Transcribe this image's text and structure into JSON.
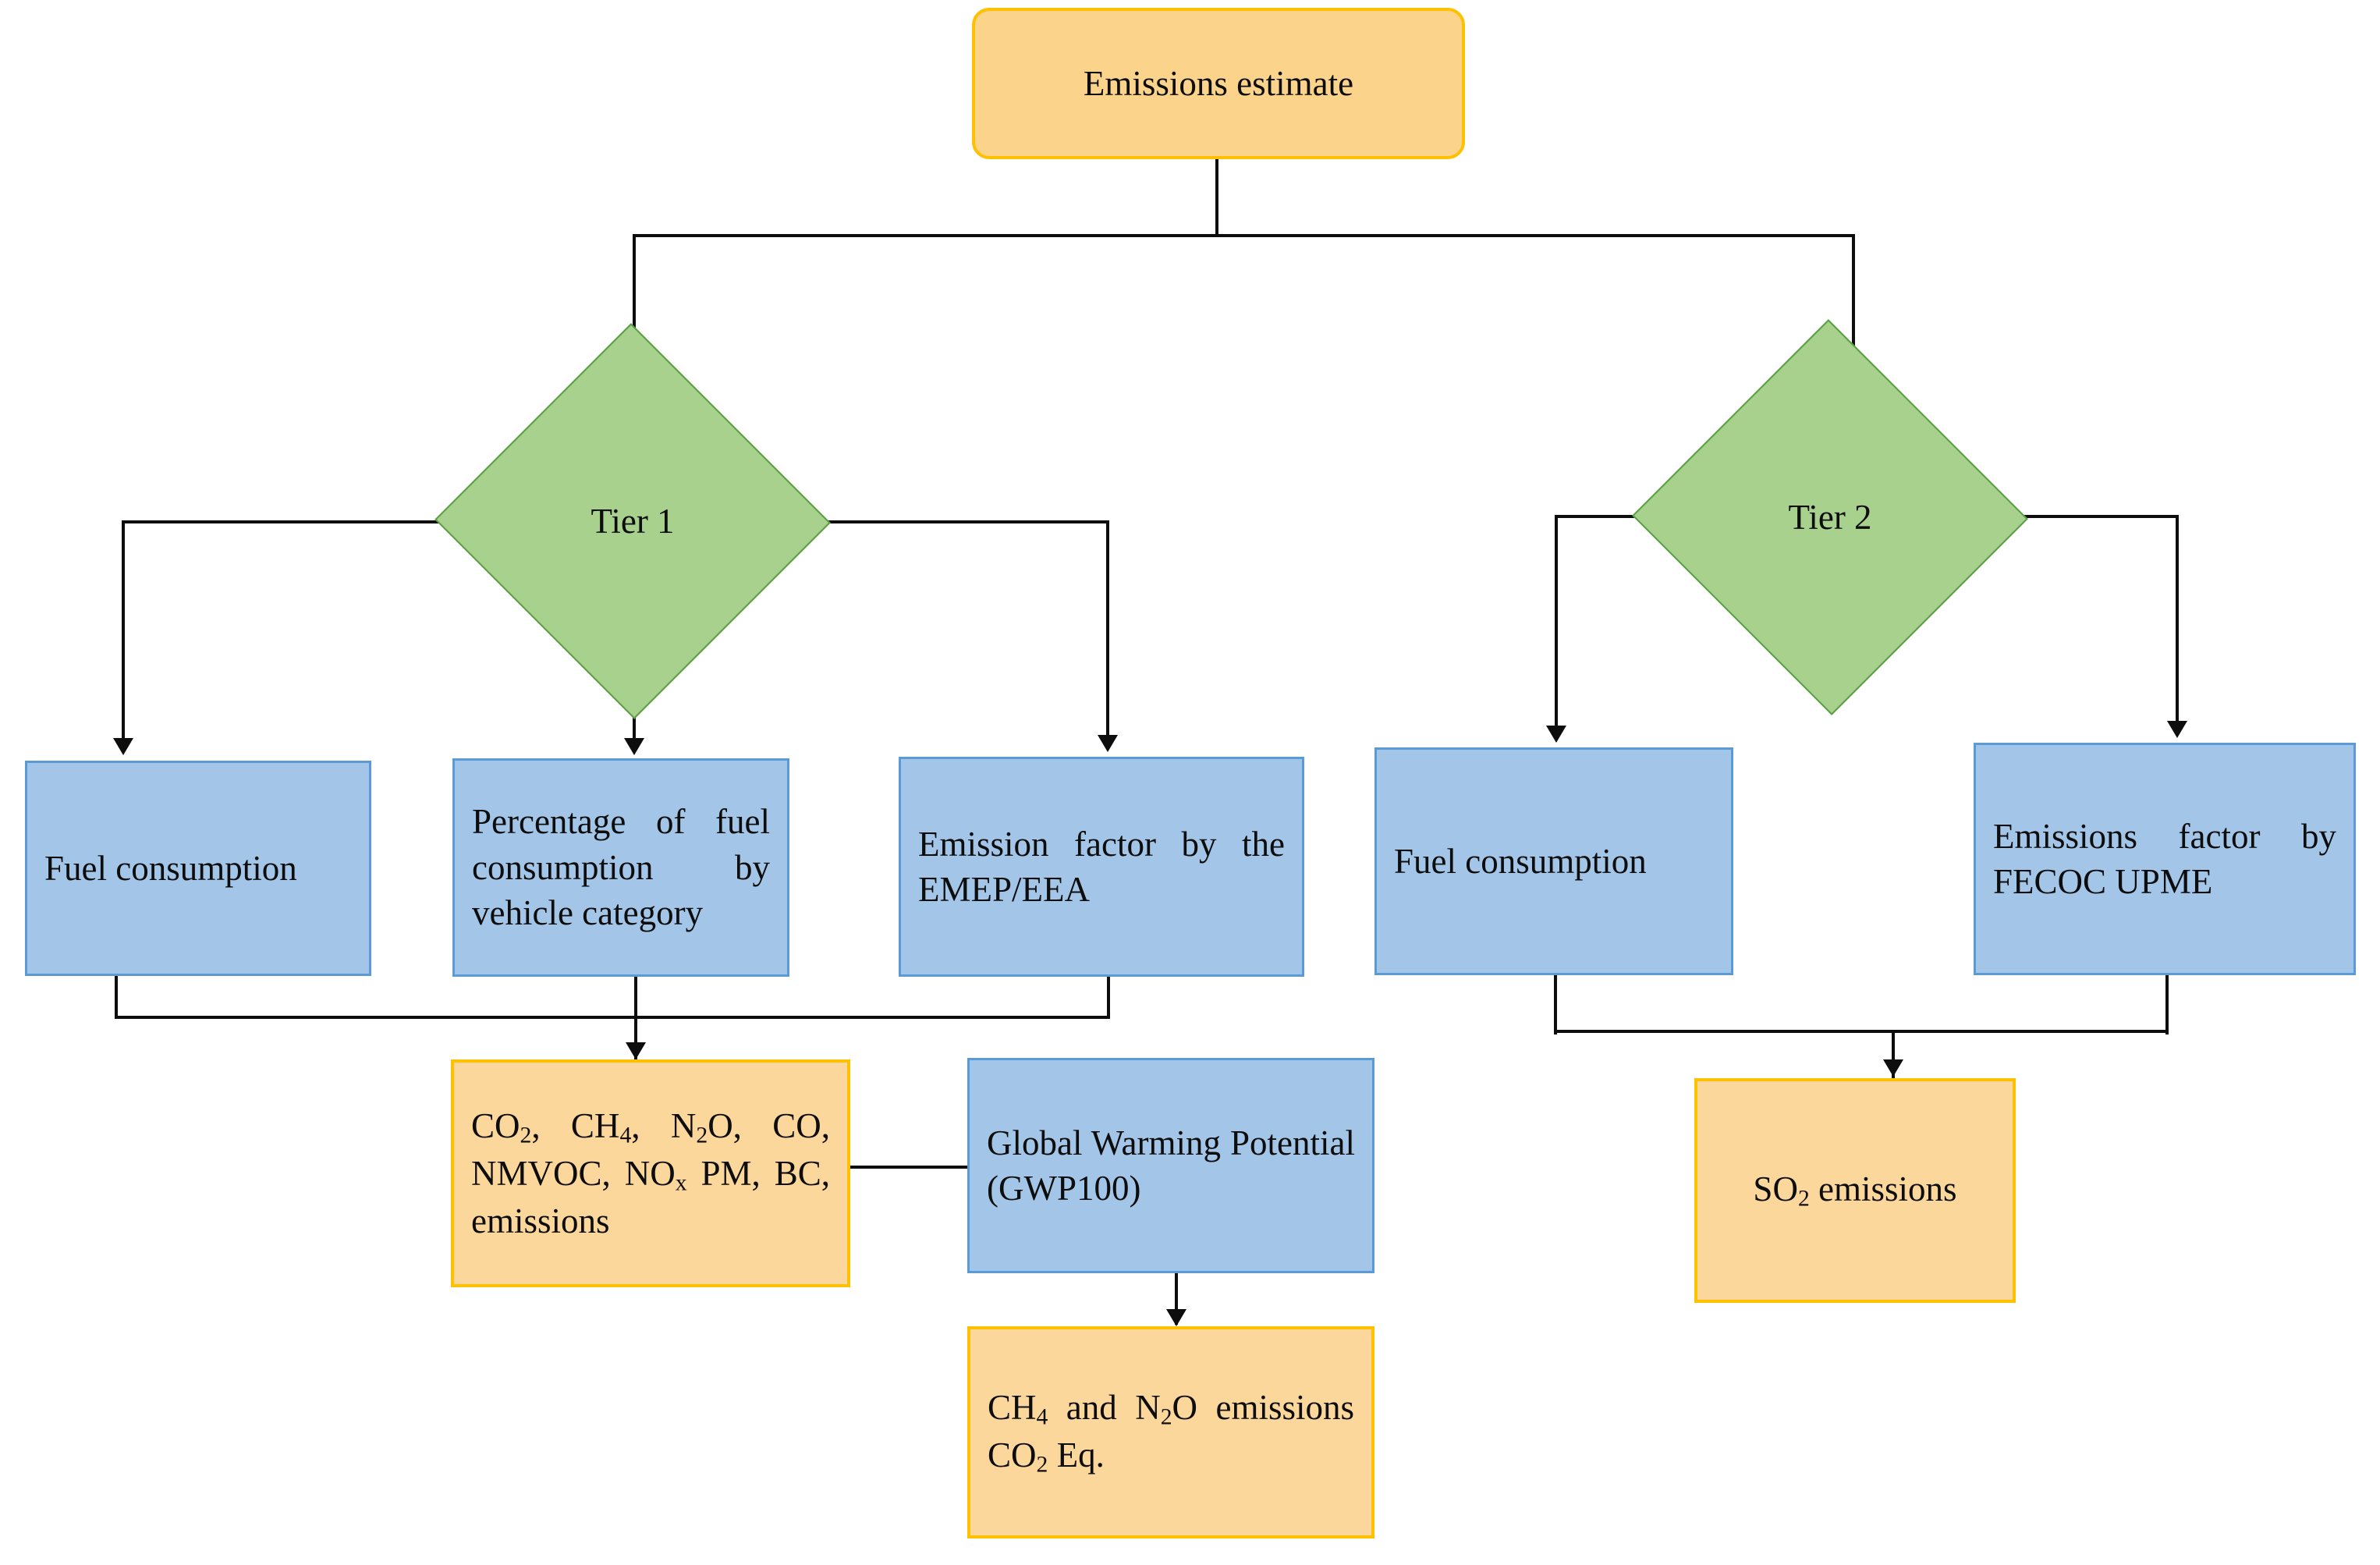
{
  "diagram": {
    "title": "Emissions estimate methodology flowchart",
    "type": "flowchart",
    "colors": {
      "terminator_fill": "#fbd38a",
      "terminator_border": "#ffc000",
      "process_blue_fill": "#a3c6e8",
      "process_blue_border": "#5b9bd5",
      "output_orange_fill": "#fcd79c",
      "output_orange_border": "#ffc000",
      "decision_fill": "#a9d18e",
      "decision_border": "#5a9e44",
      "connector": "#0d0d0d",
      "background": "#ffffff"
    }
  },
  "nodes": {
    "root": {
      "label": "Emissions estimate",
      "shape": "terminator"
    },
    "tier1": {
      "label": "Tier 1",
      "shape": "decision"
    },
    "tier2": {
      "label": "Tier 2",
      "shape": "decision"
    },
    "t1_fuel": {
      "label": "Fuel consumption",
      "shape": "process"
    },
    "t1_percentage": {
      "label": "Percentage of fuel consumption by vehicle category",
      "shape": "process"
    },
    "t1_emission_factor": {
      "label": "Emission factor by the EMEP/EEA",
      "shape": "process"
    },
    "t2_fuel": {
      "label": "Fuel consumption",
      "shape": "process"
    },
    "t2_emission_factor": {
      "label": "Emissions factor by FECOC UPME",
      "shape": "process"
    },
    "pollutants": {
      "label": "CO2, CH4, N2O, CO, NMVOC, NOx PM, BC, emissions",
      "shape": "output",
      "parts": [
        {
          "text": "CO"
        },
        {
          "sub": "2"
        },
        {
          "text": ", CH"
        },
        {
          "sub": "4"
        },
        {
          "text": ", N"
        },
        {
          "sub": "2"
        },
        {
          "text": "O, CO, NMVOC, NO"
        },
        {
          "sub": "x"
        },
        {
          "text": " PM, BC, emissions"
        }
      ]
    },
    "gwp": {
      "label": "Global Warming Potential (GWP100)",
      "shape": "process"
    },
    "co2eq": {
      "label": "CH4 and N2O emissions CO2 Eq.",
      "shape": "output",
      "parts": [
        {
          "text": "CH"
        },
        {
          "sub": "4"
        },
        {
          "text": " and N"
        },
        {
          "sub": "2"
        },
        {
          "text": "O emissions CO"
        },
        {
          "sub": "2"
        },
        {
          "text": " Eq."
        }
      ]
    },
    "so2": {
      "label": "SO2 emissions",
      "shape": "output",
      "parts": [
        {
          "text": "SO"
        },
        {
          "sub": "2"
        },
        {
          "text": " emissions"
        }
      ]
    }
  },
  "edges": [
    {
      "from": "root",
      "to": "tier1",
      "arrow": true
    },
    {
      "from": "root",
      "to": "tier2",
      "arrow": true
    },
    {
      "from": "tier1",
      "to": "t1_fuel",
      "arrow": true
    },
    {
      "from": "tier1",
      "to": "t1_percentage",
      "arrow": true
    },
    {
      "from": "tier1",
      "to": "t1_emission_factor",
      "arrow": true
    },
    {
      "from": "t1_fuel",
      "to": "pollutants",
      "arrow": true
    },
    {
      "from": "t1_percentage",
      "to": "pollutants",
      "arrow": true
    },
    {
      "from": "t1_emission_factor",
      "to": "pollutants",
      "arrow": true
    },
    {
      "from": "pollutants",
      "to": "gwp",
      "arrow": false
    },
    {
      "from": "gwp",
      "to": "co2eq",
      "arrow": true
    },
    {
      "from": "tier2",
      "to": "t2_fuel",
      "arrow": true
    },
    {
      "from": "tier2",
      "to": "t2_emission_factor",
      "arrow": true
    },
    {
      "from": "t2_fuel",
      "to": "so2",
      "arrow": true
    },
    {
      "from": "t2_emission_factor",
      "to": "so2",
      "arrow": true
    }
  ]
}
